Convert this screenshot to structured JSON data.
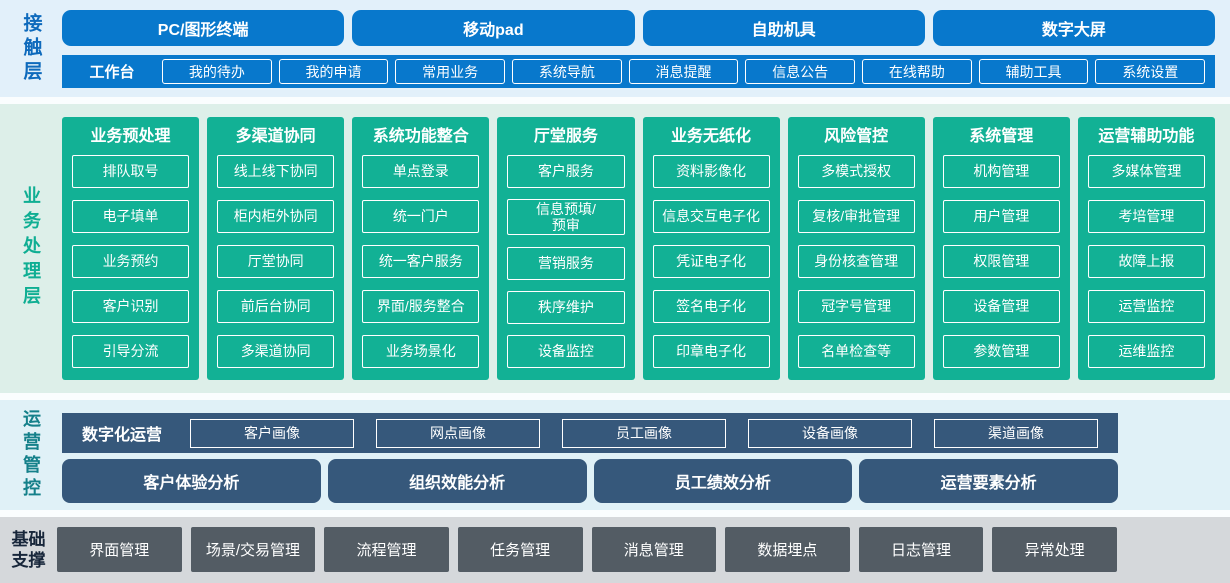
{
  "contact_layer": {
    "label": "接触层",
    "terminals": [
      "PC/图形终端",
      "移动pad",
      "自助机具",
      "数字大屏"
    ],
    "workbench": {
      "label": "工作台",
      "items": [
        "我的待办",
        "我的申请",
        "常用业务",
        "系统导航",
        "消息提醒",
        "信息公告",
        "在线帮助",
        "辅助工具",
        "系统设置"
      ]
    }
  },
  "business_layer": {
    "label": "业务处理层",
    "columns": [
      {
        "title": "业务预处理",
        "items": [
          "排队取号",
          "电子填单",
          "业务预约",
          "客户识别",
          "引导分流"
        ]
      },
      {
        "title": "多渠道协同",
        "items": [
          "线上线下协同",
          "柜内柜外协同",
          "厅堂协同",
          "前后台协同",
          "多渠道协同"
        ]
      },
      {
        "title": "系统功能整合",
        "items": [
          "单点登录",
          "统一门户",
          "统一客户服务",
          "界面/服务整合",
          "业务场景化"
        ]
      },
      {
        "title": "厅堂服务",
        "items": [
          "客户服务",
          "信息预填/\n预审",
          "营销服务",
          "秩序维护",
          "设备监控"
        ]
      },
      {
        "title": "业务无纸化",
        "items": [
          "资料影像化",
          "信息交互电子化",
          "凭证电子化",
          "签名电子化",
          "印章电子化"
        ]
      },
      {
        "title": "风险管控",
        "items": [
          "多模式授权",
          "复核/审批管理",
          "身份核查管理",
          "冠字号管理",
          "名单检查等"
        ]
      },
      {
        "title": "系统管理",
        "items": [
          "机构管理",
          "用户管理",
          "权限管理",
          "设备管理",
          "参数管理"
        ]
      },
      {
        "title": "运营辅助功能",
        "items": [
          "多媒体管理",
          "考培管理",
          "故障上报",
          "运营监控",
          "运维监控"
        ]
      }
    ]
  },
  "operation_layer": {
    "label": "运营管控",
    "digital_ops": {
      "label": "数字化运营",
      "items": [
        "客户画像",
        "网点画像",
        "员工画像",
        "设备画像",
        "渠道画像"
      ]
    },
    "analysis": [
      "客户体验分析",
      "组织效能分析",
      "员工绩效分析",
      "运营要素分析"
    ]
  },
  "foundation_layer": {
    "label": "基础\n支撑",
    "items": [
      "界面管理",
      "场景/交易管理",
      "流程管理",
      "任务管理",
      "消息管理",
      "数据埋点",
      "日志管理",
      "异常处理"
    ]
  },
  "colors": {
    "contact_blue": "#0878cc",
    "contact_bg": "#e2f0fa",
    "business_teal": "#12b195",
    "business_bg": "#ddefe9",
    "operation_slate": "#36587b",
    "operation_bg": "#e0f1f7",
    "foundation_gray": "#535c64",
    "foundation_bg": "#d5d8db"
  }
}
